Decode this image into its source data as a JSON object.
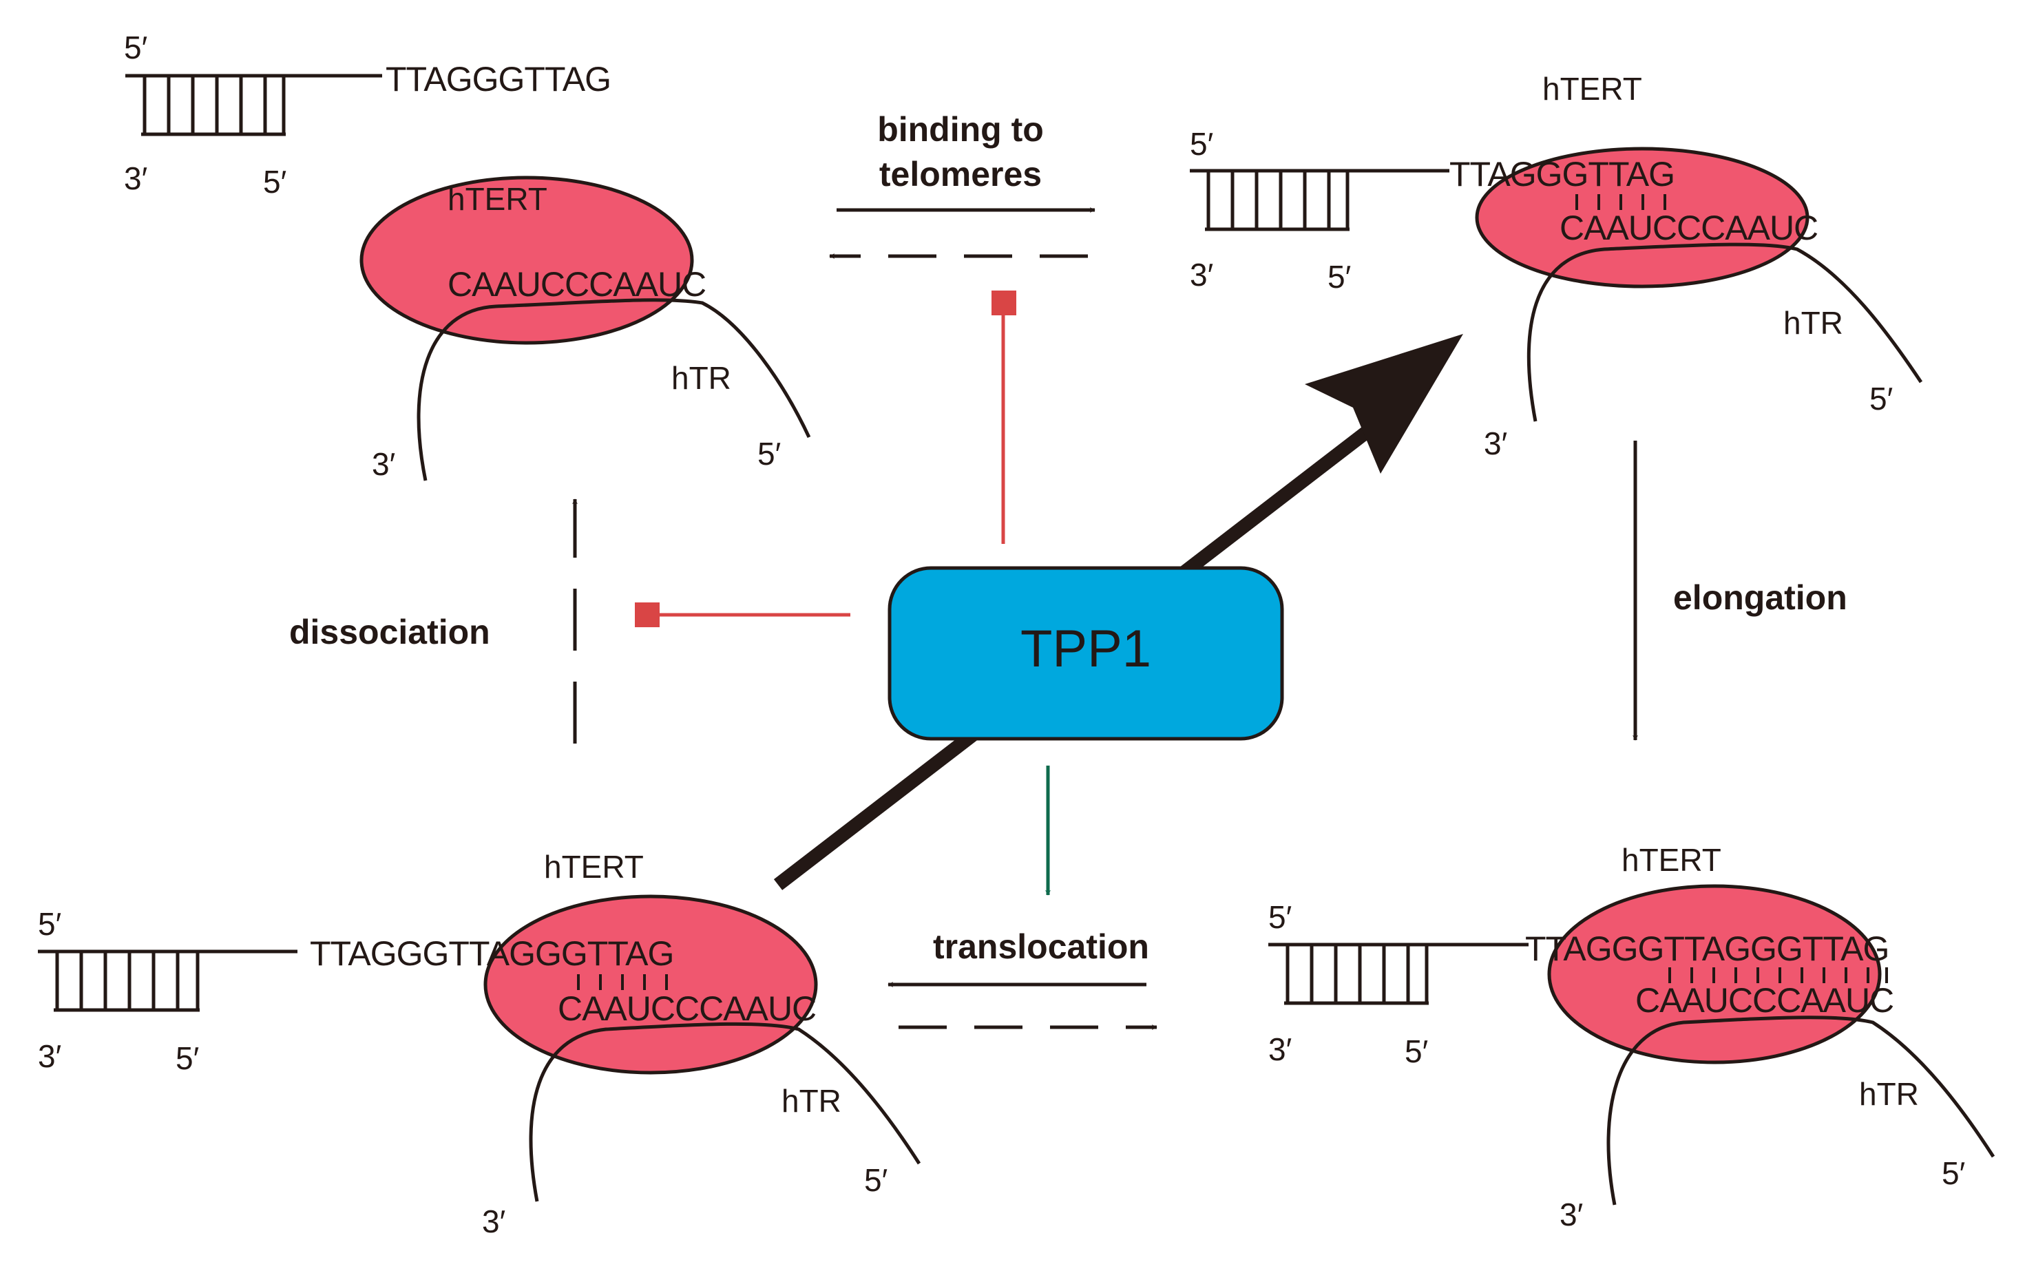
{
  "labels": {
    "prime5": "5′",
    "prime3": "3′",
    "htert": "hTERT",
    "htr": "hTR"
  },
  "center": {
    "label": "TPP1"
  },
  "sequences": {
    "free_overhang": "TTAGGGTTAG",
    "free_template": "CAAUCCCAAUC",
    "bound_overhang": "TTAGGGTTAG",
    "bound_template": "CAAUCCCAAUC",
    "elongated_overhang": "TTAGGGTTAGGGTTAG",
    "elongated_template": "CAAUCCCAAUC",
    "translocated_overhang": "TTAGGGTTAGGGTTAG",
    "translocated_template": "CAAUCCCAAUC"
  },
  "steps": {
    "binding_line1": "binding to",
    "binding_line2": "telomeres",
    "elongation": "elongation",
    "translocation": "translocation",
    "dissociation": "dissociation"
  },
  "colors": {
    "enzyme": "#f0576f",
    "tpp1_box": "#00a8de",
    "inhibition": "#d94545",
    "promotion": "#0f6b4d",
    "ink": "#231815"
  }
}
